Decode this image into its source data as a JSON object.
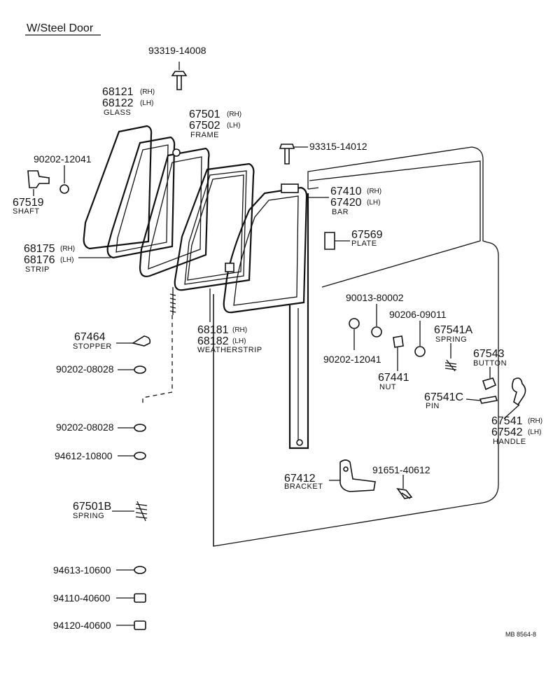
{
  "header": {
    "title": "W/Steel Door"
  },
  "footer": {
    "code": "MB 8564-8"
  },
  "labels": {
    "bolt_top": "93319-14008",
    "glass_rh": "68121",
    "glass_lh": "68122",
    "glass_name": "GLASS",
    "frame_rh": "67501",
    "frame_lh": "67502",
    "frame_name": "FRAME",
    "washer_a": "90202-12041",
    "shaft": "67519",
    "shaft_name": "SHAFT",
    "bolt_right": "93315-14012",
    "bar_rh": "67410",
    "bar_lh": "67420",
    "bar_name": "BAR",
    "plate": "67569",
    "plate_name": "PLATE",
    "strip_rh": "68175",
    "strip_lh": "68176",
    "strip_name": "STRIP",
    "washer_b": "90013-80002",
    "washer_c": "90206-09011",
    "spring_a": "67541A",
    "spring_a_name": "SPRING",
    "ws_rh": "68181",
    "ws_lh": "68182",
    "ws_name": "WEATHERSTRIP",
    "stopper": "67464",
    "stopper_name": "STOPPER",
    "washer_d": "90202-12041",
    "nut": "67441",
    "nut_name": "NUT",
    "button": "67543",
    "button_name": "BUTTON",
    "washer_e": "90202-08028",
    "pin": "67541C",
    "pin_name": "PIN",
    "handle_rh": "67541",
    "handle_lh": "67542",
    "handle_name": "HANDLE",
    "washer_f": "90202-08028",
    "bracket": "67412",
    "bracket_name": "BRACKET",
    "bolt_bracket": "91651-40612",
    "washer_g": "94612-10800",
    "spring_b": "67501B",
    "spring_b_name": "SPRING",
    "washer_h": "94613-10600",
    "nut_a": "94110-40600",
    "nut_b": "94120-40600",
    "rh": "(RH)",
    "lh": "(LH)"
  }
}
